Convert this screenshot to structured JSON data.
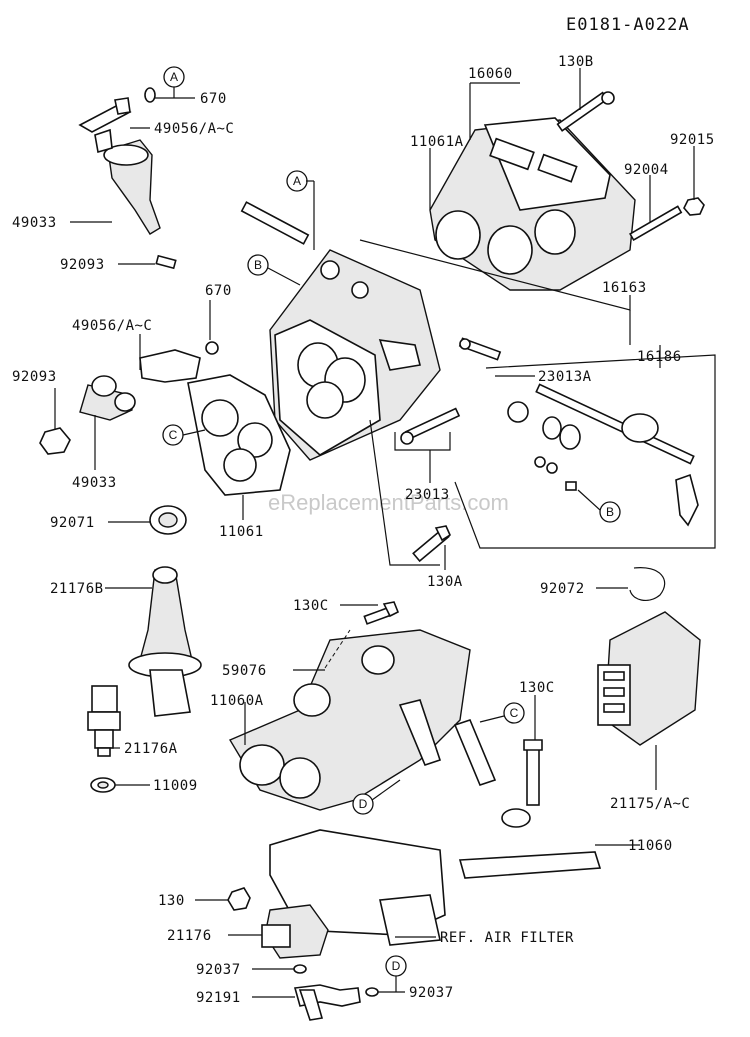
{
  "diagram_code": "E0181-A022A",
  "watermark": "eReplacementParts.com",
  "labels": {
    "p670_top": "670",
    "p49056_top": "49056/A~C",
    "p49033_top": "49033",
    "p92093_top": "92093",
    "p16060": "16060",
    "p130B": "130B",
    "p11061A": "11061A",
    "p92015": "92015",
    "p92004": "92004",
    "p670_mid": "670",
    "p49056_mid": "49056/A~C",
    "p92093_mid": "92093",
    "p49033_mid": "49033",
    "p16163": "16163",
    "p16186": "16186",
    "p23013A": "23013A",
    "p23013": "23013",
    "p92071": "92071",
    "p11061": "11061",
    "p21176B": "21176B",
    "p130A": "130A",
    "p92072": "92072",
    "p130C_left": "130C",
    "p59076": "59076",
    "p11060A": "11060A",
    "p130C_right": "130C",
    "p21176A": "21176A",
    "p11009": "11009",
    "p21175": "21175/A~C",
    "p11060": "11060",
    "p130": "130",
    "p21176": "21176",
    "ref_air_filter": "REF. AIR FILTER",
    "p92037_left": "92037",
    "p92191": "92191",
    "p92037_right": "92037"
  },
  "callouts": {
    "a1": "A",
    "a2": "A",
    "b1": "B",
    "b2": "B",
    "c1": "C",
    "c2": "C",
    "d1": "D",
    "d2": "D"
  }
}
